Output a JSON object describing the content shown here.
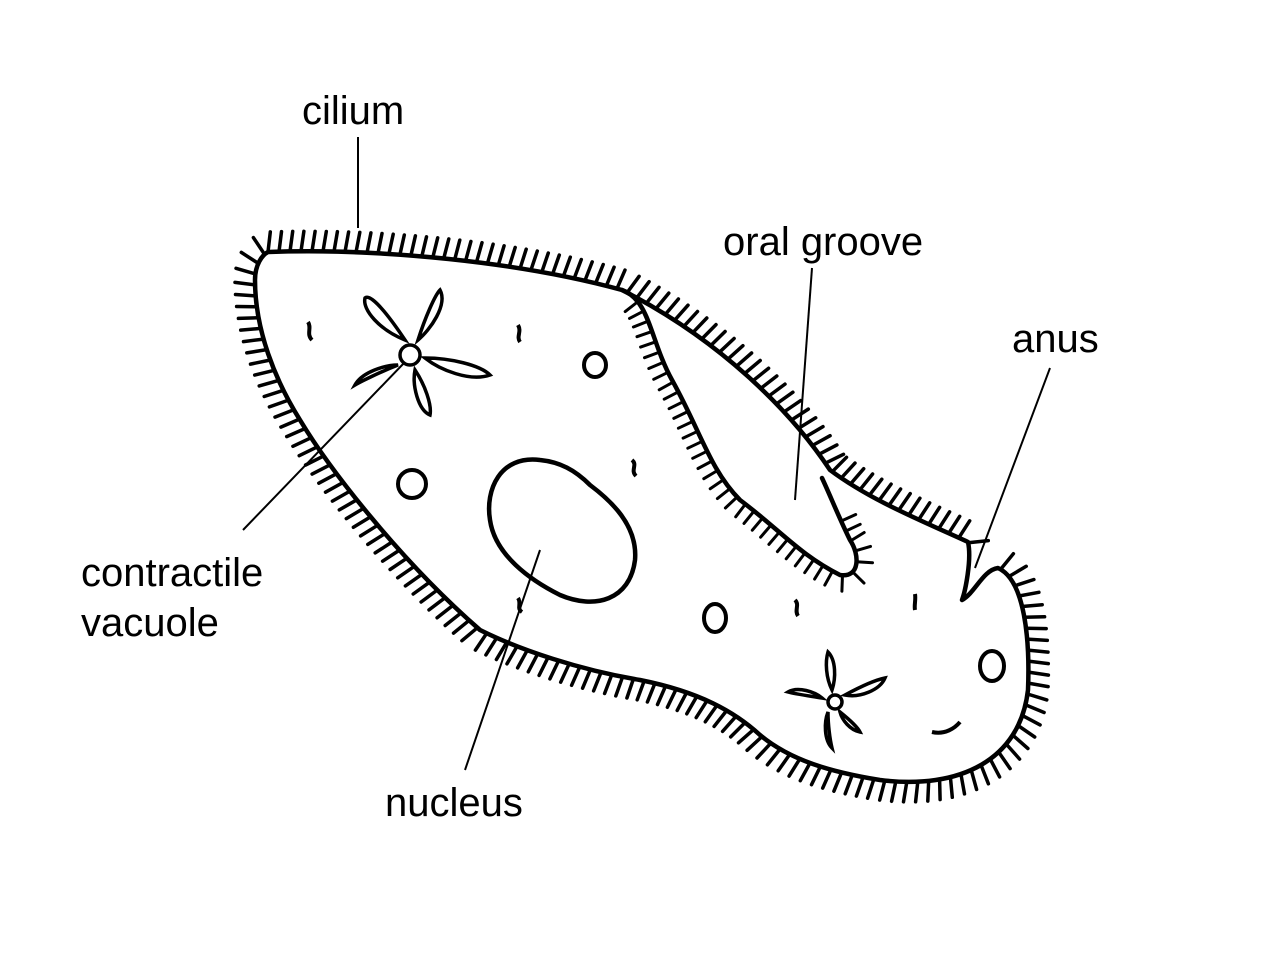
{
  "labels": {
    "cilium": "cilium",
    "oral_groove": "oral groove",
    "anus": "anus",
    "contractile_vacuole_line1": "contractile",
    "contractile_vacuole_line2": "vacuole",
    "nucleus": "nucleus"
  },
  "colors": {
    "ink": "#000000",
    "background": "#ffffff"
  }
}
